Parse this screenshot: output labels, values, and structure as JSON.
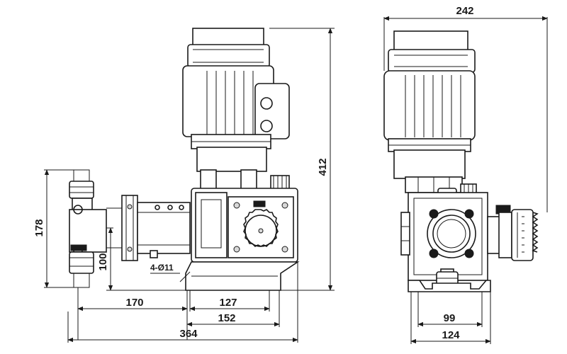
{
  "dimensions": {
    "total_height": "412",
    "total_width_side": "242",
    "height_inlet_outlet": "178",
    "base_height": "100",
    "mount_holes": "4-Ø11",
    "pump_head_offset": "170",
    "base_hole_spacing": "127",
    "base_width": "152",
    "total_length": "364",
    "side_base_hole_spacing": "99",
    "side_base_width": "124"
  }
}
